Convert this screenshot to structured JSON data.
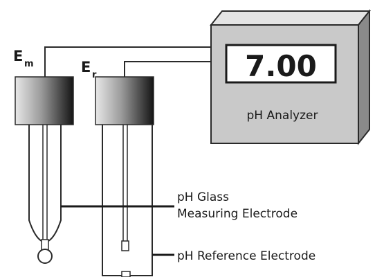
{
  "electrodes": {
    "measuring_symbol": "E",
    "measuring_subscript": "m",
    "reference_symbol": "E",
    "reference_subscript": "r"
  },
  "analyzer": {
    "display_value": "7.00",
    "name": "pH Analyzer"
  },
  "callouts": {
    "glass_line1": "pH Glass",
    "glass_line2": "Measuring Electrode",
    "reference": "pH Reference Electrode"
  }
}
